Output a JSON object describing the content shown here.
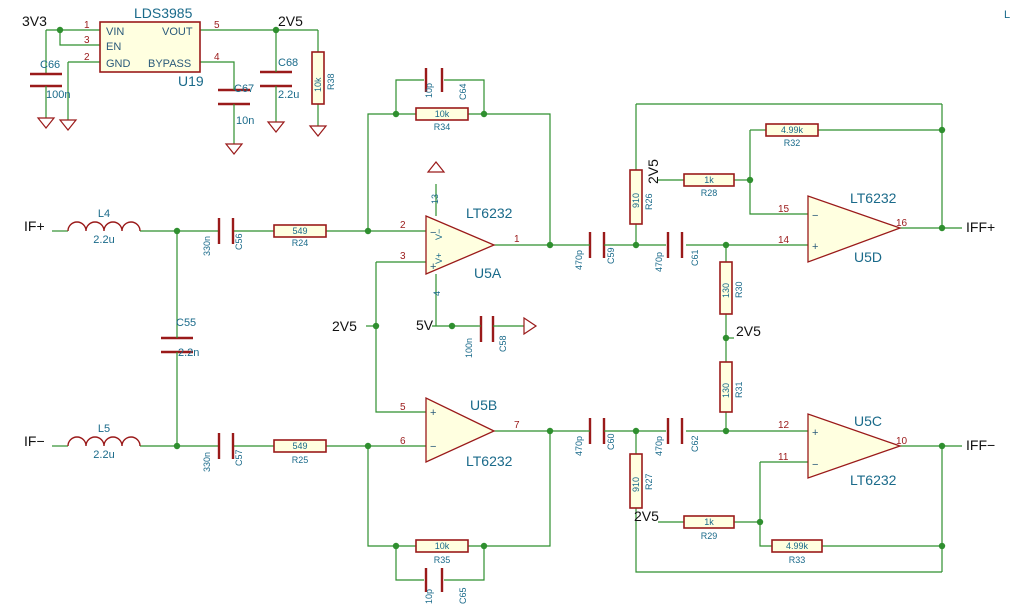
{
  "nets": {
    "v3v3": "3V3",
    "v2v5_top": "2V5",
    "if_plus": "IF+",
    "if_minus": "IF−",
    "v2v5_left": "2V5",
    "v5v": "5V",
    "v2v5_r26": "2V5",
    "v2v5_mid": "2V5",
    "v2v5_r29": "2V5",
    "iff_plus": "IFF+",
    "iff_minus": "IFF−",
    "stray": "L"
  },
  "regulator": {
    "part": "LDS3985",
    "ref": "U19",
    "pins": {
      "vin": "VIN",
      "en": "EN",
      "gnd": "GND",
      "vout": "VOUT",
      "bypass": "BYPASS"
    },
    "pin_numbers": {
      "vin": "1",
      "en": "3",
      "gnd": "2",
      "vout": "5",
      "bypass": "4"
    }
  },
  "components": {
    "C66": {
      "ref": "C66",
      "value": "100n"
    },
    "C68": {
      "ref": "C68",
      "value": "2.2u"
    },
    "C67": {
      "ref": "C67",
      "value": "10n"
    },
    "R38": {
      "ref": "R38",
      "value": "10k"
    },
    "L4": {
      "ref": "L4",
      "value": "2.2u"
    },
    "L5": {
      "ref": "L5",
      "value": "2.2u"
    },
    "C56": {
      "ref": "C56",
      "value": "330n"
    },
    "C57": {
      "ref": "C57",
      "value": "330n"
    },
    "C55": {
      "ref": "C55",
      "value": "2.2n"
    },
    "R24": {
      "ref": "R24",
      "value": "549"
    },
    "R25": {
      "ref": "R25",
      "value": "549"
    },
    "C64": {
      "ref": "C64",
      "value": "10p"
    },
    "R34": {
      "ref": "R34",
      "value": "10k"
    },
    "C65": {
      "ref": "C65",
      "value": "10p"
    },
    "R35": {
      "ref": "R35",
      "value": "10k"
    },
    "C58": {
      "ref": "C58",
      "value": "100n"
    },
    "C59": {
      "ref": "C59",
      "value": "470p"
    },
    "C60": {
      "ref": "C60",
      "value": "470p"
    },
    "C61": {
      "ref": "C61",
      "value": "470p"
    },
    "C62": {
      "ref": "C62",
      "value": "470p"
    },
    "R26": {
      "ref": "R26",
      "value": "910"
    },
    "R27": {
      "ref": "R27",
      "value": "910"
    },
    "R28": {
      "ref": "R28",
      "value": "1k"
    },
    "R29": {
      "ref": "R29",
      "value": "1k"
    },
    "R30": {
      "ref": "R30",
      "value": "130"
    },
    "R31": {
      "ref": "R31",
      "value": "130"
    },
    "R32": {
      "ref": "R32",
      "value": "4.99k"
    },
    "R33": {
      "ref": "R33",
      "value": "4.99k"
    }
  },
  "opamps": {
    "U5A": {
      "ref": "U5A",
      "part": "LT6232",
      "pin_in_neg": "2",
      "pin_in_pos": "3",
      "pin_out": "1",
      "pin_vplus": "13",
      "pin_vminus": "4",
      "lbl_vminus": "V−",
      "lbl_vplus": "V+"
    },
    "U5B": {
      "ref": "U5B",
      "part": "LT6232",
      "pin_in_pos": "5",
      "pin_in_neg": "6",
      "pin_out": "7"
    },
    "U5C": {
      "ref": "U5C",
      "part": "LT6232",
      "pin_in_pos": "12",
      "pin_in_neg": "11",
      "pin_out": "10"
    },
    "U5D": {
      "ref": "U5D",
      "part": "LT6232",
      "pin_in_neg": "15",
      "pin_in_pos": "14",
      "pin_out": "16"
    }
  },
  "symbols": {
    "plus": "+",
    "minus": "−"
  }
}
